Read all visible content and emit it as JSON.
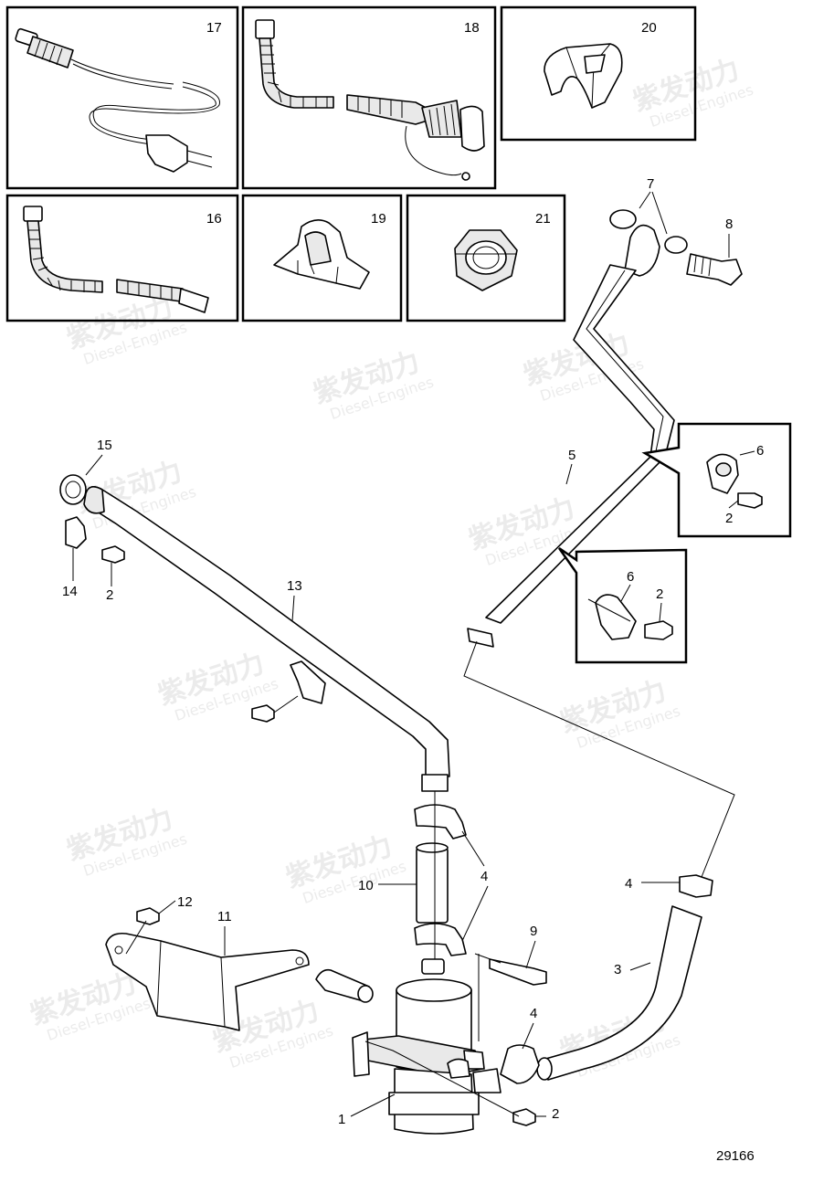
{
  "diagram": {
    "drawing_number": "29166",
    "watermark": {
      "brand_cn": "紫发动力",
      "brand_en": "Diesel-Engines"
    },
    "detail_boxes": {
      "box17": "17",
      "box18": "18",
      "box20": "20",
      "box16": "16",
      "box19": "19",
      "box21": "21"
    },
    "callouts": {
      "c1": "1",
      "c2a": "2",
      "c2b": "2",
      "c2c": "2",
      "c2d": "2",
      "c3": "3",
      "c4a": "4",
      "c4b": "4",
      "c4c": "4",
      "c5": "5",
      "c6a": "6",
      "c6b": "6",
      "c7": "7",
      "c8": "8",
      "c9": "9",
      "c10": "10",
      "c11": "11",
      "c12": "12",
      "c13": "13",
      "c14": "14",
      "c15": "15"
    }
  }
}
